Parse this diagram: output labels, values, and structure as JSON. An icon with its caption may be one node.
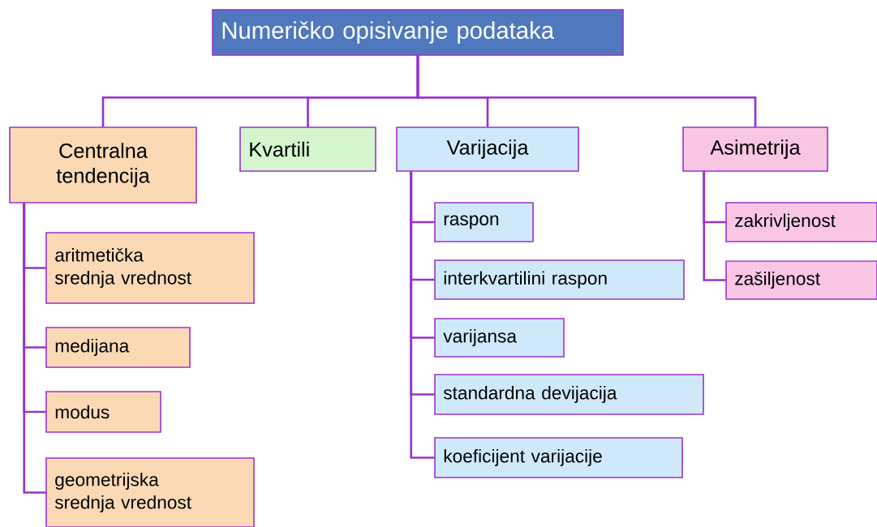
{
  "diagram": {
    "nodes": [
      {
        "text": [
          "Numeričko opisivanje podataka"
        ]
      },
      {
        "text": [
          "Centralna tendencija"
        ]
      },
      {
        "text": [
          "Kvartili"
        ]
      },
      {
        "text": [
          "Varijacija"
        ]
      },
      {
        "text": [
          "Asimetrija"
        ]
      },
      {
        "text": [
          "aritmetička srednja vrednost"
        ]
      },
      {
        "text": [
          "medijana"
        ]
      },
      {
        "text": [
          "modus"
        ]
      },
      {
        "text": [
          "geometrijska srednja vrednost"
        ]
      },
      {
        "text": [
          "raspon"
        ]
      },
      {
        "text": [
          "interkvartilini raspon"
        ]
      },
      {
        "text": [
          "varijansa"
        ]
      },
      {
        "text": [
          "standardna devijacija"
        ]
      },
      {
        "text": [
          "koeficijent varijacije"
        ]
      },
      {
        "text": [
          "zakrivljenost"
        ]
      },
      {
        "text": [
          "zašiljenost"
        ]
      }
    ],
    "edges": [
      {
        "from": 0,
        "to": 1,
        "arrow": "none"
      },
      {
        "from": 0,
        "to": 2,
        "arrow": "none"
      },
      {
        "from": 0,
        "to": 3,
        "arrow": "none"
      },
      {
        "from": 0,
        "to": 4,
        "arrow": "none"
      },
      {
        "from": 1,
        "to": 5,
        "arrow": "none"
      },
      {
        "from": 1,
        "to": 6,
        "arrow": "none"
      },
      {
        "from": 1,
        "to": 7,
        "arrow": "none"
      },
      {
        "from": 1,
        "to": 8,
        "arrow": "none"
      },
      {
        "from": 3,
        "to": 9,
        "arrow": "none"
      },
      {
        "from": 3,
        "to": 10,
        "arrow": "none"
      },
      {
        "from": 3,
        "to": 11,
        "arrow": "none"
      },
      {
        "from": 3,
        "to": 12,
        "arrow": "none"
      },
      {
        "from": 3,
        "to": 13,
        "arrow": "none"
      },
      {
        "from": 4,
        "to": 14,
        "arrow": "none"
      },
      {
        "from": 4,
        "to": 15,
        "arrow": "none"
      }
    ]
  }
}
